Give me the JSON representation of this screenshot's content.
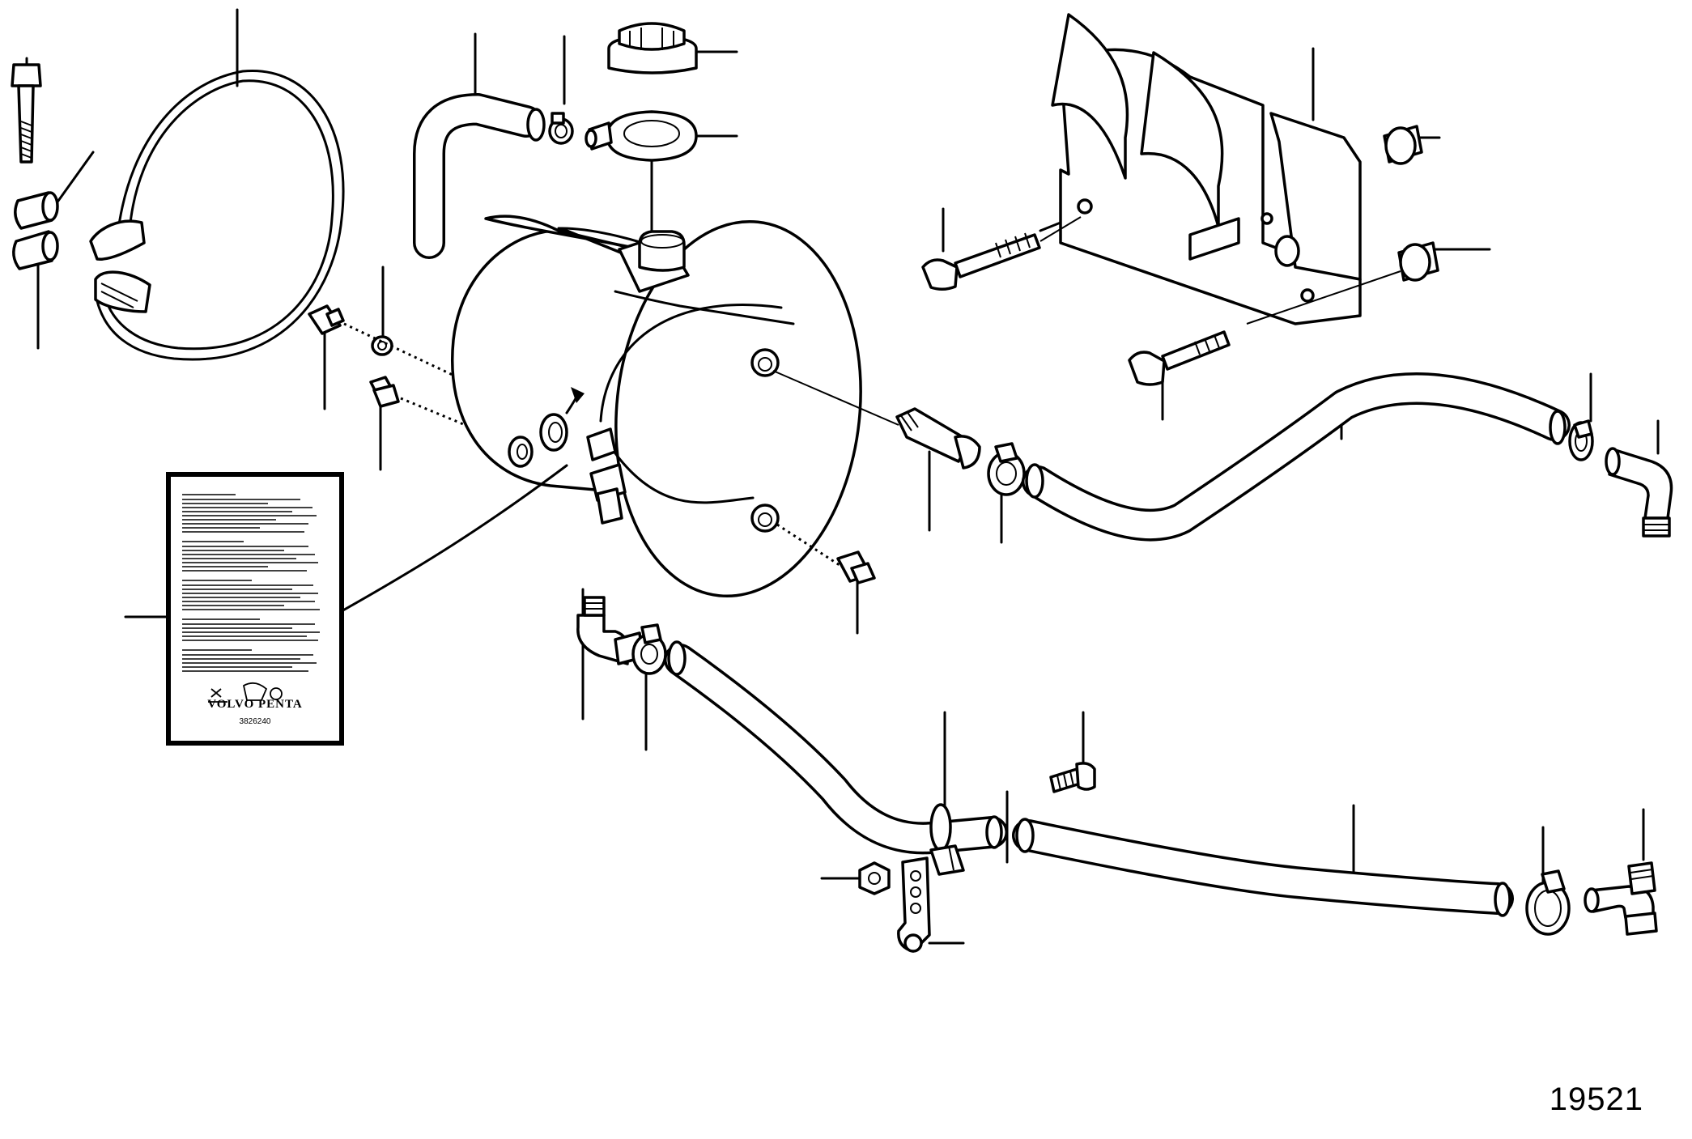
{
  "figure": {
    "number": "19521"
  },
  "decal": {
    "brand": "VOLVO PENTA",
    "part_code": "3826240"
  },
  "icons": {
    "tank": "expansion-tank-icon",
    "cap": "filler-cap-icon",
    "clamp": "hose-clamp-icon",
    "bolt": "bolt-icon",
    "bracket": "mounting-bracket-icon"
  }
}
